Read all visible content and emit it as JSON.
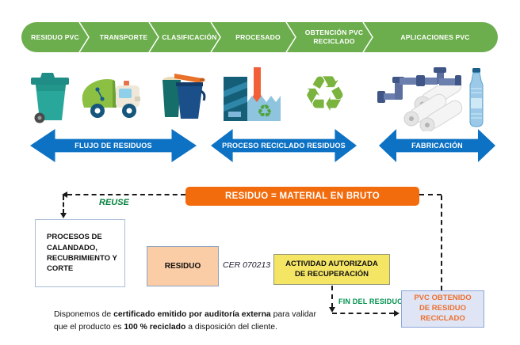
{
  "topbar": {
    "steps": [
      {
        "label": "RESIDUO PVC"
      },
      {
        "label": "TRANSPORTE"
      },
      {
        "label": "CLASIFICACIÓN"
      },
      {
        "label": "PROCESADO"
      },
      {
        "label": "OBTENCIÓN PVC RECICLADO"
      },
      {
        "label": "APLICACIONES PVC"
      }
    ],
    "bar_color": "#6cae4d"
  },
  "icons": {
    "row": [
      "wheelie-bin-icon",
      "garbage-truck-icon",
      "waste-bins-icon",
      "recycling-factory-icon",
      "recycle-symbol-icon",
      "pvc-pipes-icon",
      "film-rolls-icon",
      "plastic-bottle-icon"
    ],
    "recycle_glyph": "♻"
  },
  "flow_arrows": [
    {
      "label": "FLUJO DE RESIDUOS"
    },
    {
      "label": "PROCESO RECICLADO RESIDUOS"
    },
    {
      "label": "FABRICACIÓN"
    }
  ],
  "arrow_color": "#0d72c4",
  "flowchart": {
    "banner": "RESIDUO = MATERIAL EN BRUTO",
    "banner_color": "#f26b0c",
    "reuse_label": "REUSE",
    "process_box": "PROCESOS DE CALANDADO, RECUBRIMIENTO Y CORTE",
    "residuo_box": "RESIDUO",
    "cer_code": "CER 070213",
    "activity_line1": "ACTIVIDAD AUTORIZADA",
    "activity_line2": "DE RECUPERACIÓN",
    "fin_label": "FIN DEL RESIDUO",
    "pvc_line1": "PVC OBTENIDO",
    "pvc_line2": "DE RESIDUO",
    "pvc_line3": "RECICLADO",
    "accent_green": "#00914d",
    "pvc_text_color": "#ed7030"
  },
  "footer": {
    "seg1": "Disponemos de ",
    "seg2": "certificado emitido por auditoría externa",
    "seg3": " para validar que el producto es ",
    "seg4": "100 % reciclado",
    "seg5": " a disposición del cliente."
  }
}
